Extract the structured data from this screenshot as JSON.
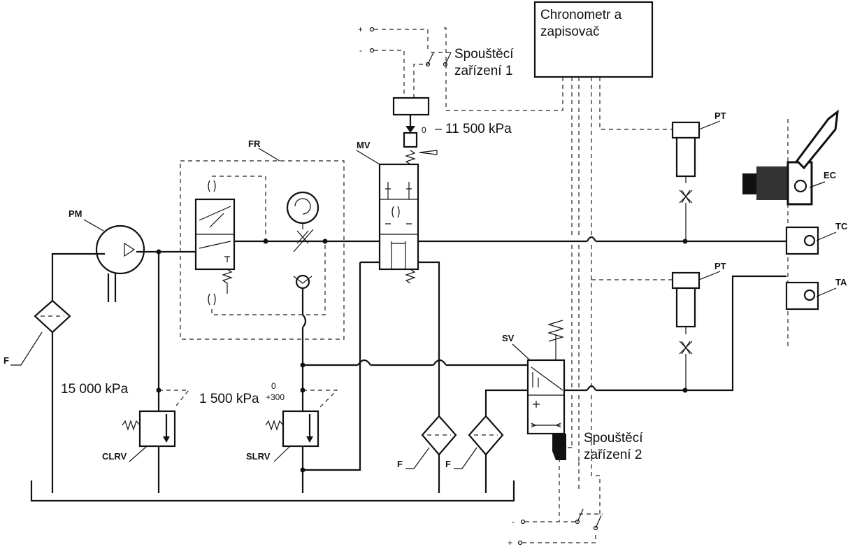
{
  "diagram": {
    "recorder_box": {
      "line1": "Chronometr a",
      "line2": "zapisovač"
    },
    "trigger_1": {
      "line1": "Spouštěcí",
      "line2": "zařízení 1"
    },
    "trigger_2": {
      "line1": "Spouštěcí",
      "line2": "zařízení 2"
    },
    "pressure_mv": "11 500 kPa",
    "pressure_mv_zero": "0",
    "pressure_clrv": "15 000 kPa",
    "pressure_slrv": "1 500 kPa",
    "pressure_slrv_upper": "0",
    "pressure_slrv_lower": "+300",
    "labels": {
      "pm": "PM",
      "fr": "FR",
      "mv": "MV",
      "pt_top": "PT",
      "pt_bottom": "PT",
      "ec": "EC",
      "tc": "TC",
      "ta": "TA",
      "sv": "SV",
      "clrv": "CLRV",
      "slrv": "SLRV",
      "f_left": "F",
      "f_mid1": "F",
      "f_mid2": "F"
    },
    "wire_signs": {
      "plus_top": "+",
      "minus_top": "-",
      "minus_bottom": "-",
      "plus_bottom": "+"
    }
  }
}
